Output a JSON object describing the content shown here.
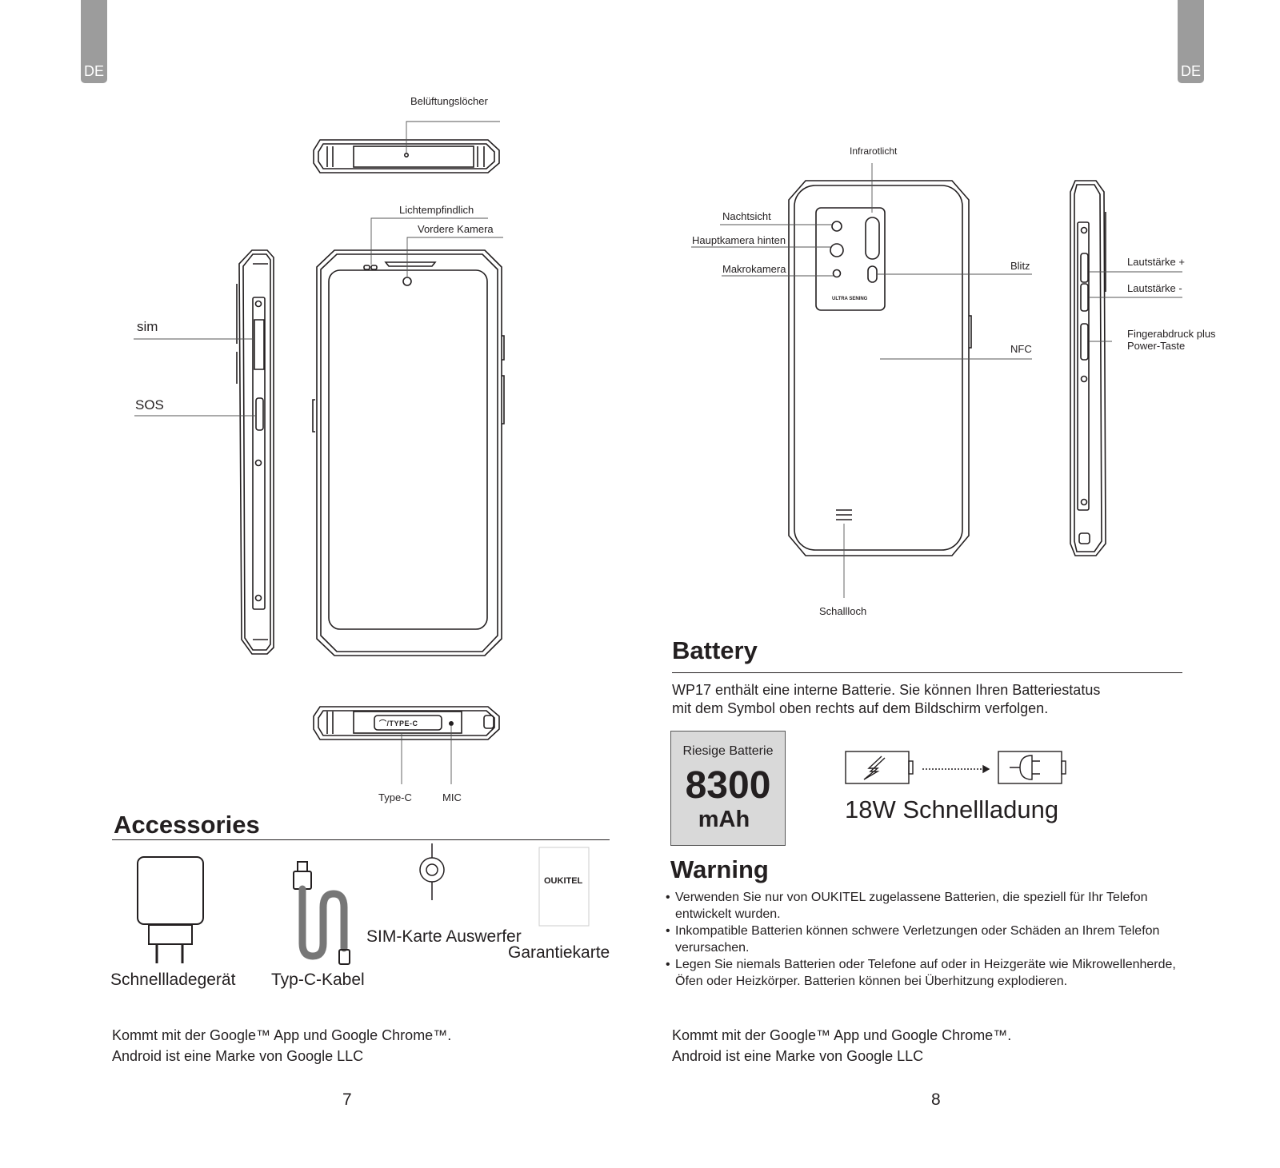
{
  "tabs": {
    "left": "DE",
    "right": "DE"
  },
  "page7": {
    "labels": {
      "vents": "Belüftungslöcher",
      "light_sensor": "Lichtempfindlich",
      "front_camera": "Vordere Kamera",
      "sim": "sim",
      "sos": "SOS",
      "type_c": "Type-C",
      "mic": "MIC",
      "port_marking": "⌒/TYPE-C"
    },
    "accessories": {
      "heading": "Accessories",
      "charger": "Schnellladegerät",
      "cable": "Typ-C-Kabel",
      "sim_ejector": "SIM-Karte Auswerfer",
      "warranty": "Garantiekarte",
      "warranty_brand": "OUKITEL"
    },
    "footer_line1": "Kommt mit der Google™ App und Google Chrome™.",
    "footer_line2": "Android ist eine Marke von Google LLC",
    "page_number": "7"
  },
  "page8": {
    "labels": {
      "infrared": "Infrarotlicht",
      "night_vision": "Nachtsicht",
      "main_camera": "Hauptkamera hinten",
      "macro_camera": "Makrokamera",
      "flash": "Blitz",
      "nfc": "NFC",
      "speaker": "Schallloch",
      "volume_up": "Lautstärke +",
      "volume_down": "Lautstärke -",
      "fingerprint_1": "Fingerabdruck plus",
      "fingerprint_2": "Power-Taste",
      "camera_module_text": "ULTRA SENING"
    },
    "battery": {
      "heading": "Battery",
      "text_1": "WP17 enthält eine interne Batterie. Sie können Ihren Batteriestatus",
      "text_2": "mit dem Symbol oben rechts auf dem Bildschirm verfolgen.",
      "box_title": "Riesige Batterie",
      "capacity": "8300",
      "unit": "mAh",
      "fast_charge": "18W Schnellladung"
    },
    "warning": {
      "heading": "Warning",
      "items": [
        "Verwenden Sie nur von OUKITEL zugelassene Batterien, die speziell für Ihr Telefon entwickelt wurden.",
        "Inkompatible Batterien können schwere Verletzungen oder Schäden an Ihrem Telefon verursachen.",
        "Legen Sie niemals Batterien oder Telefone auf oder in Heizgeräte wie Mikrowellenherde, Öfen oder Heizkörper. Batterien können bei Überhitzung explodieren."
      ]
    },
    "footer_line1": "Kommt mit der Google™ App und Google Chrome™.",
    "footer_line2": "Android ist eine Marke von Google LLC",
    "page_number": "8"
  }
}
